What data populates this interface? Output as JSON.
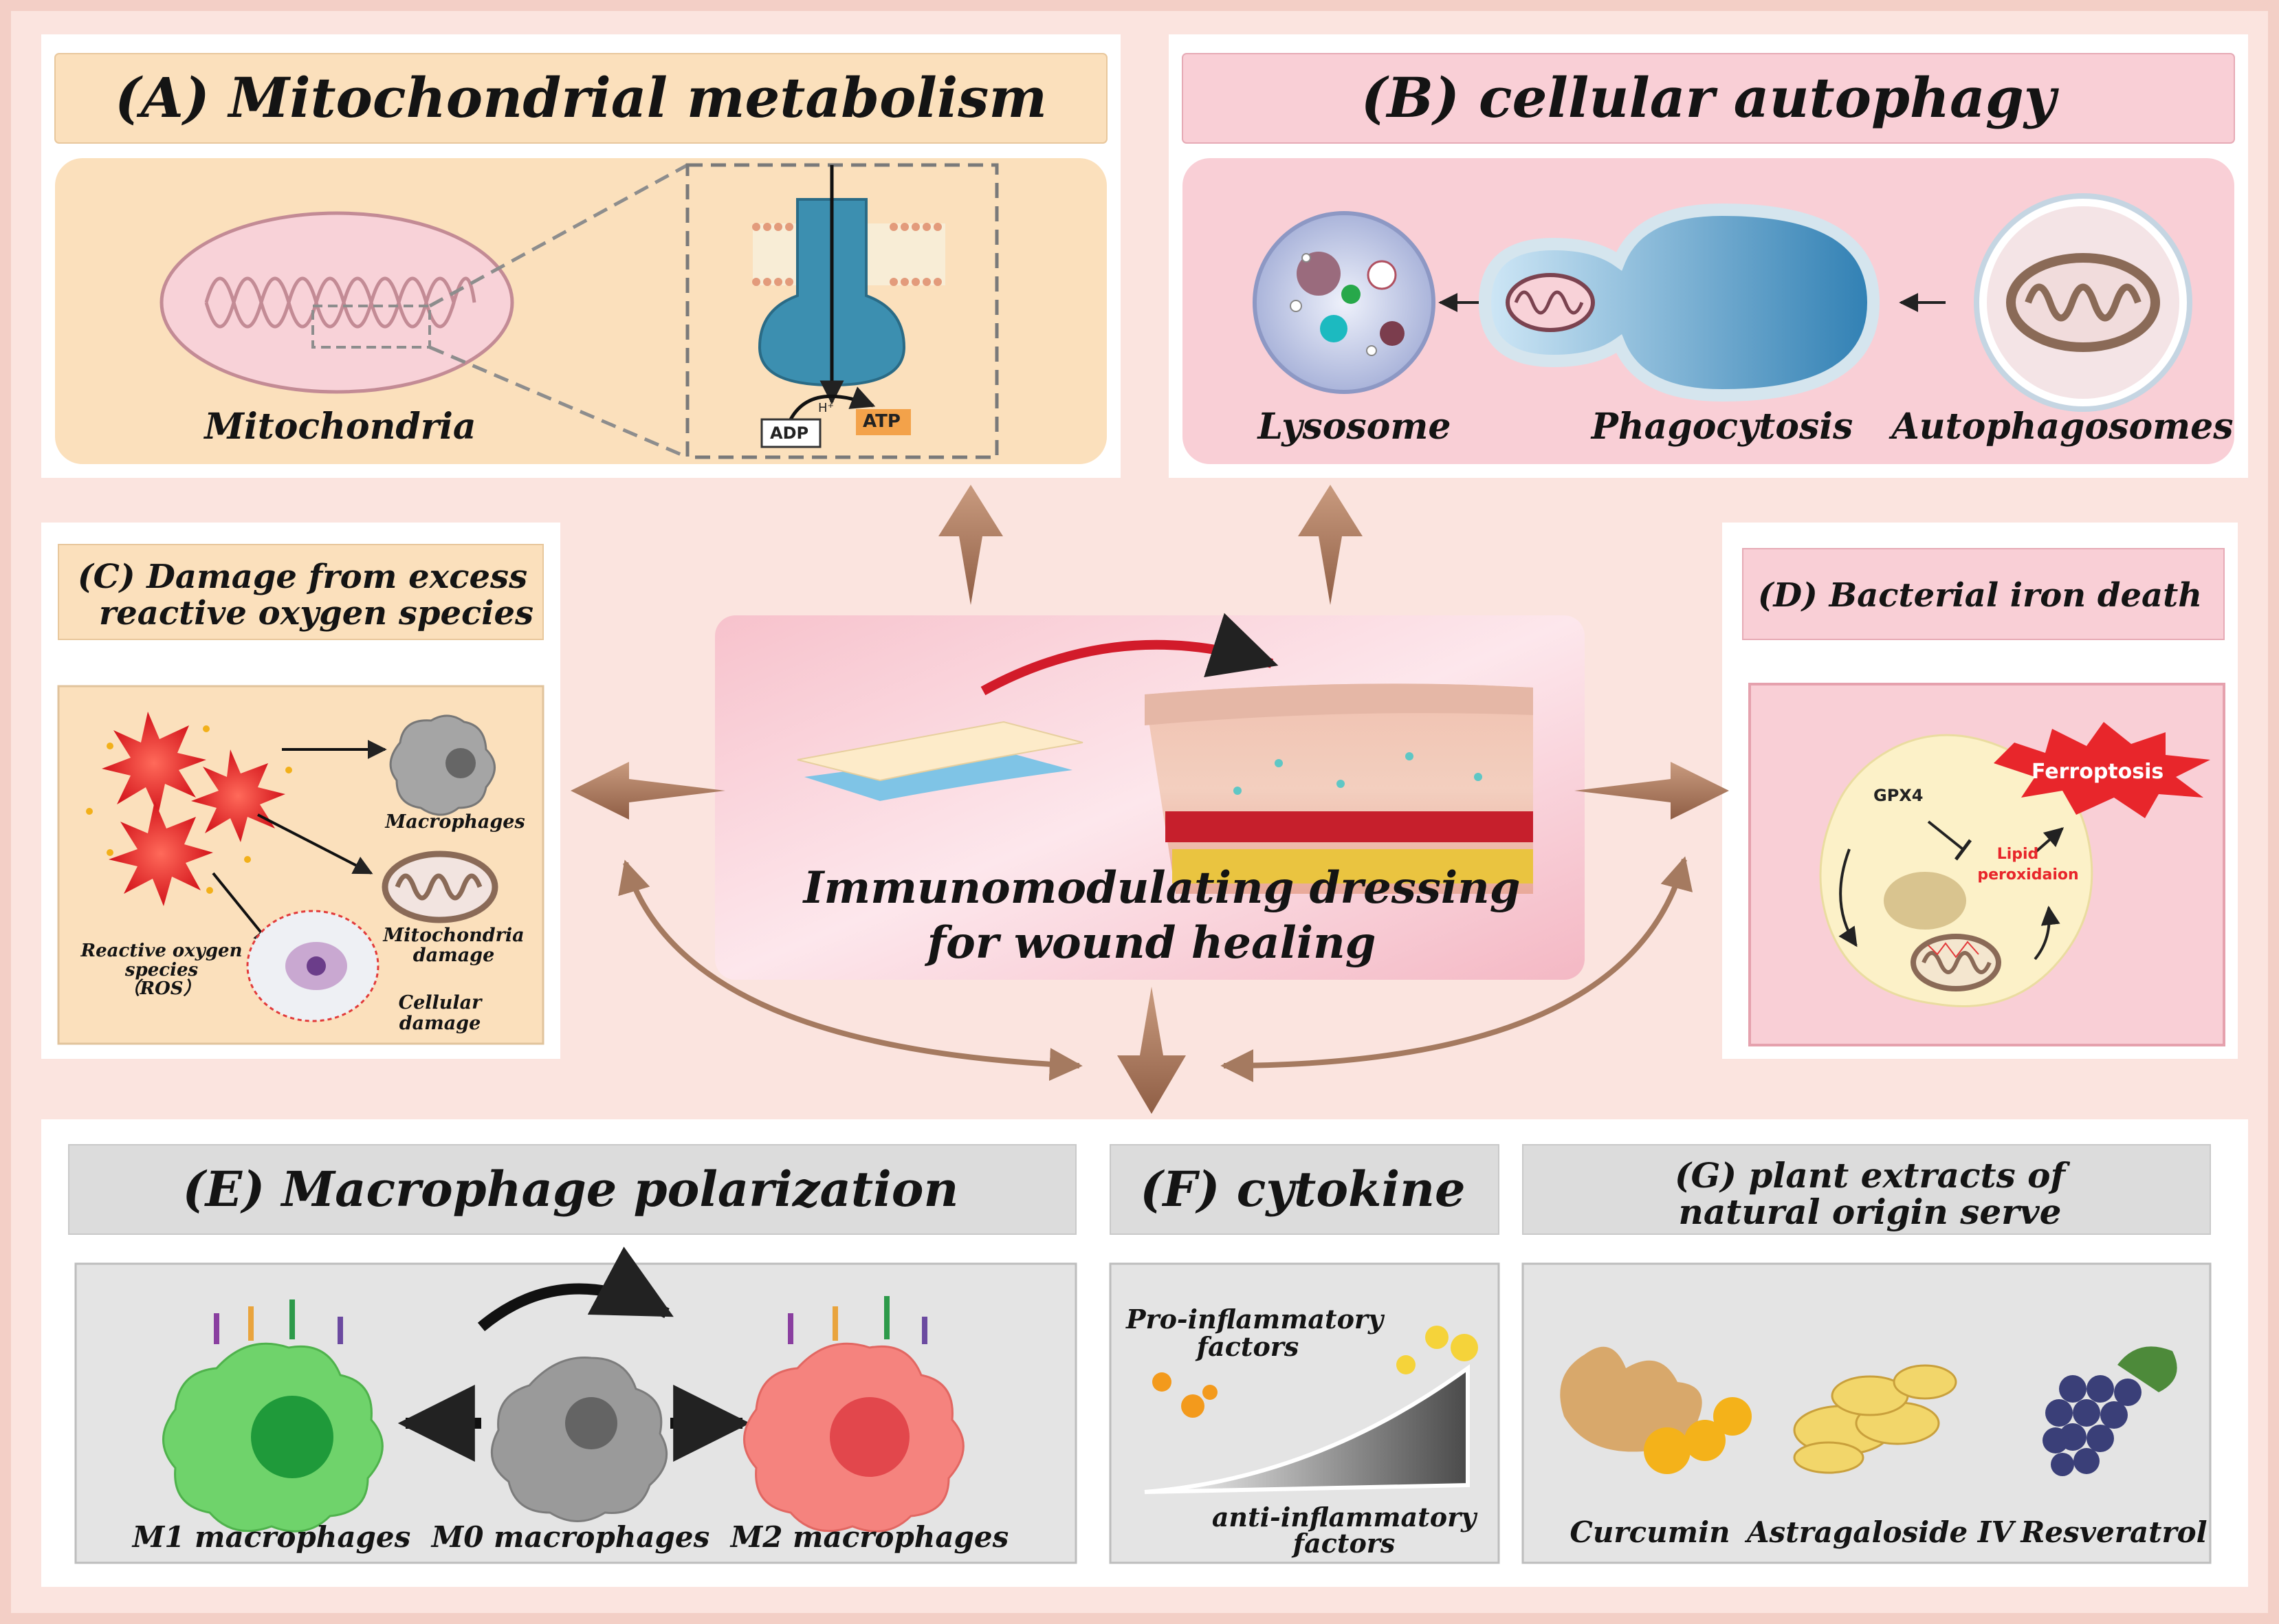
{
  "colors": {
    "background": "#fbe4df",
    "panel_orange": "#fbe0bc",
    "panel_pink": "#f9cfd6",
    "panel_gray": "#dcdcdc",
    "arrow_brown": "#b07a5c",
    "m1_green": "#6fd36b",
    "m2_red": "#f5837e",
    "m0_gray": "#9a9a9a",
    "ferroptosis_red": "#e8262b"
  },
  "panel_a": {
    "title": "(A) Mitochondrial metabolism",
    "mitochondria_label": "Mitochondria",
    "adp_label": "ADP",
    "atp_label": "ATP",
    "proton_label": "H⁺"
  },
  "panel_b": {
    "title": "(B) cellular autophagy",
    "labels": [
      "Lysosome",
      "Phagocytosis",
      "Autophagosomes"
    ]
  },
  "panel_c": {
    "title_line1": "(C) Damage from excess",
    "title_line2": "reactive oxygen species",
    "macrophages_label": "Macrophages",
    "mito_damage_line1": "Mitochondria",
    "mito_damage_line2": "damage",
    "ros_line1": "Reactive oxygen",
    "ros_line2": "species",
    "ros_line3": "（ROS）",
    "cell_damage_line1": "Cellular",
    "cell_damage_line2": "damage"
  },
  "panel_d": {
    "title": "(D) Bacterial iron death",
    "gpx4_label": "GPX4",
    "ferroptosis_label": "Ferroptosis",
    "lipid_line1": "Lipid",
    "lipid_line2": "peroxidaion"
  },
  "center": {
    "line1": "Immunomodulating dressing",
    "line2": "for wound healing"
  },
  "panel_e": {
    "title": "(E) Macrophage polarization",
    "labels": [
      "M1 macrophages",
      "M0 macrophages",
      "M2 macrophages"
    ]
  },
  "panel_f": {
    "title": "(F) cytokine",
    "pro_line1": "Pro-inflammatory",
    "pro_line2": "factors",
    "anti_line1": "anti-inflammatory",
    "anti_line2": "factors"
  },
  "panel_g": {
    "title_line1": "(G) plant extracts of",
    "title_line2": "natural origin serve",
    "labels": [
      "Curcumin",
      "Astragaloside IV",
      "Resveratrol"
    ]
  }
}
